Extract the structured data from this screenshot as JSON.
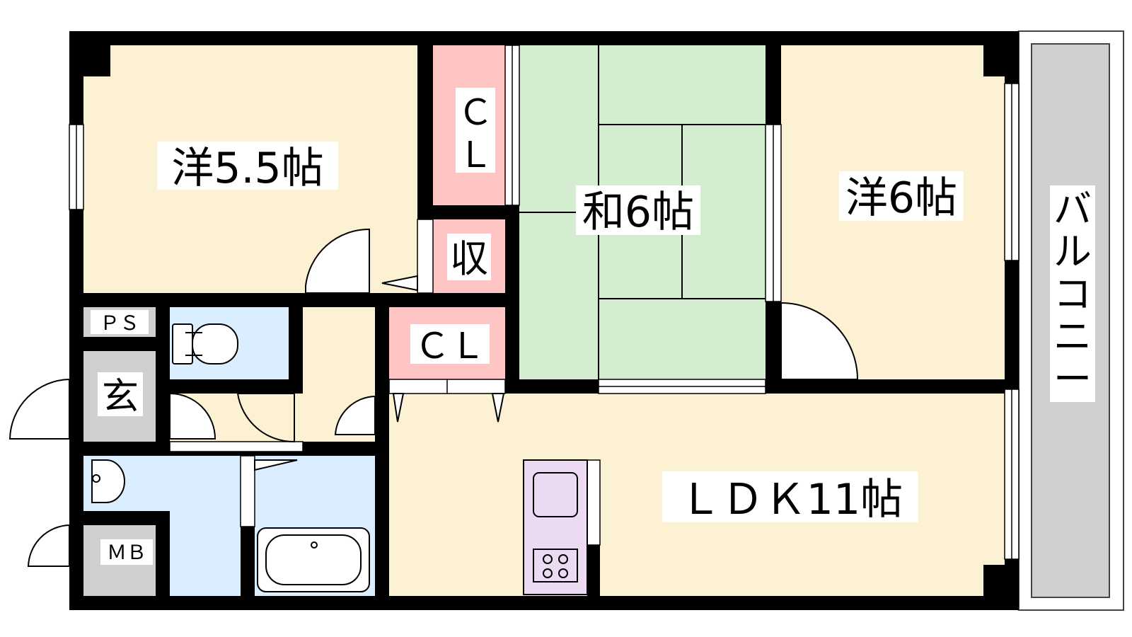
{
  "colors": {
    "wall": "#000000",
    "western_room": "#fdf1d4",
    "tatami": "#d4ecd0",
    "closet": "#ffc4c4",
    "wet_area": "#dbeeff",
    "entrance": "#d0d0d0",
    "kitchen": "#ecdaf2",
    "balcony": "#cfcfcf",
    "fixture_line": "#000000"
  },
  "rooms": {
    "western_room_a": "洋5.5帖",
    "japanese_room": "和6帖",
    "western_room_b": "洋6帖",
    "ldk": "ＬＤＫ11帖",
    "closet_a_line1": "Ｃ",
    "closet_a_line2": "Ｌ",
    "closet_b": "ＣＬ",
    "storage": "収",
    "pipe_space": "ＰＳ",
    "entrance": "玄",
    "meter_box": "ＭＢ",
    "balcony": [
      "バ",
      "ル",
      "コ",
      "ニ",
      "ー"
    ]
  }
}
